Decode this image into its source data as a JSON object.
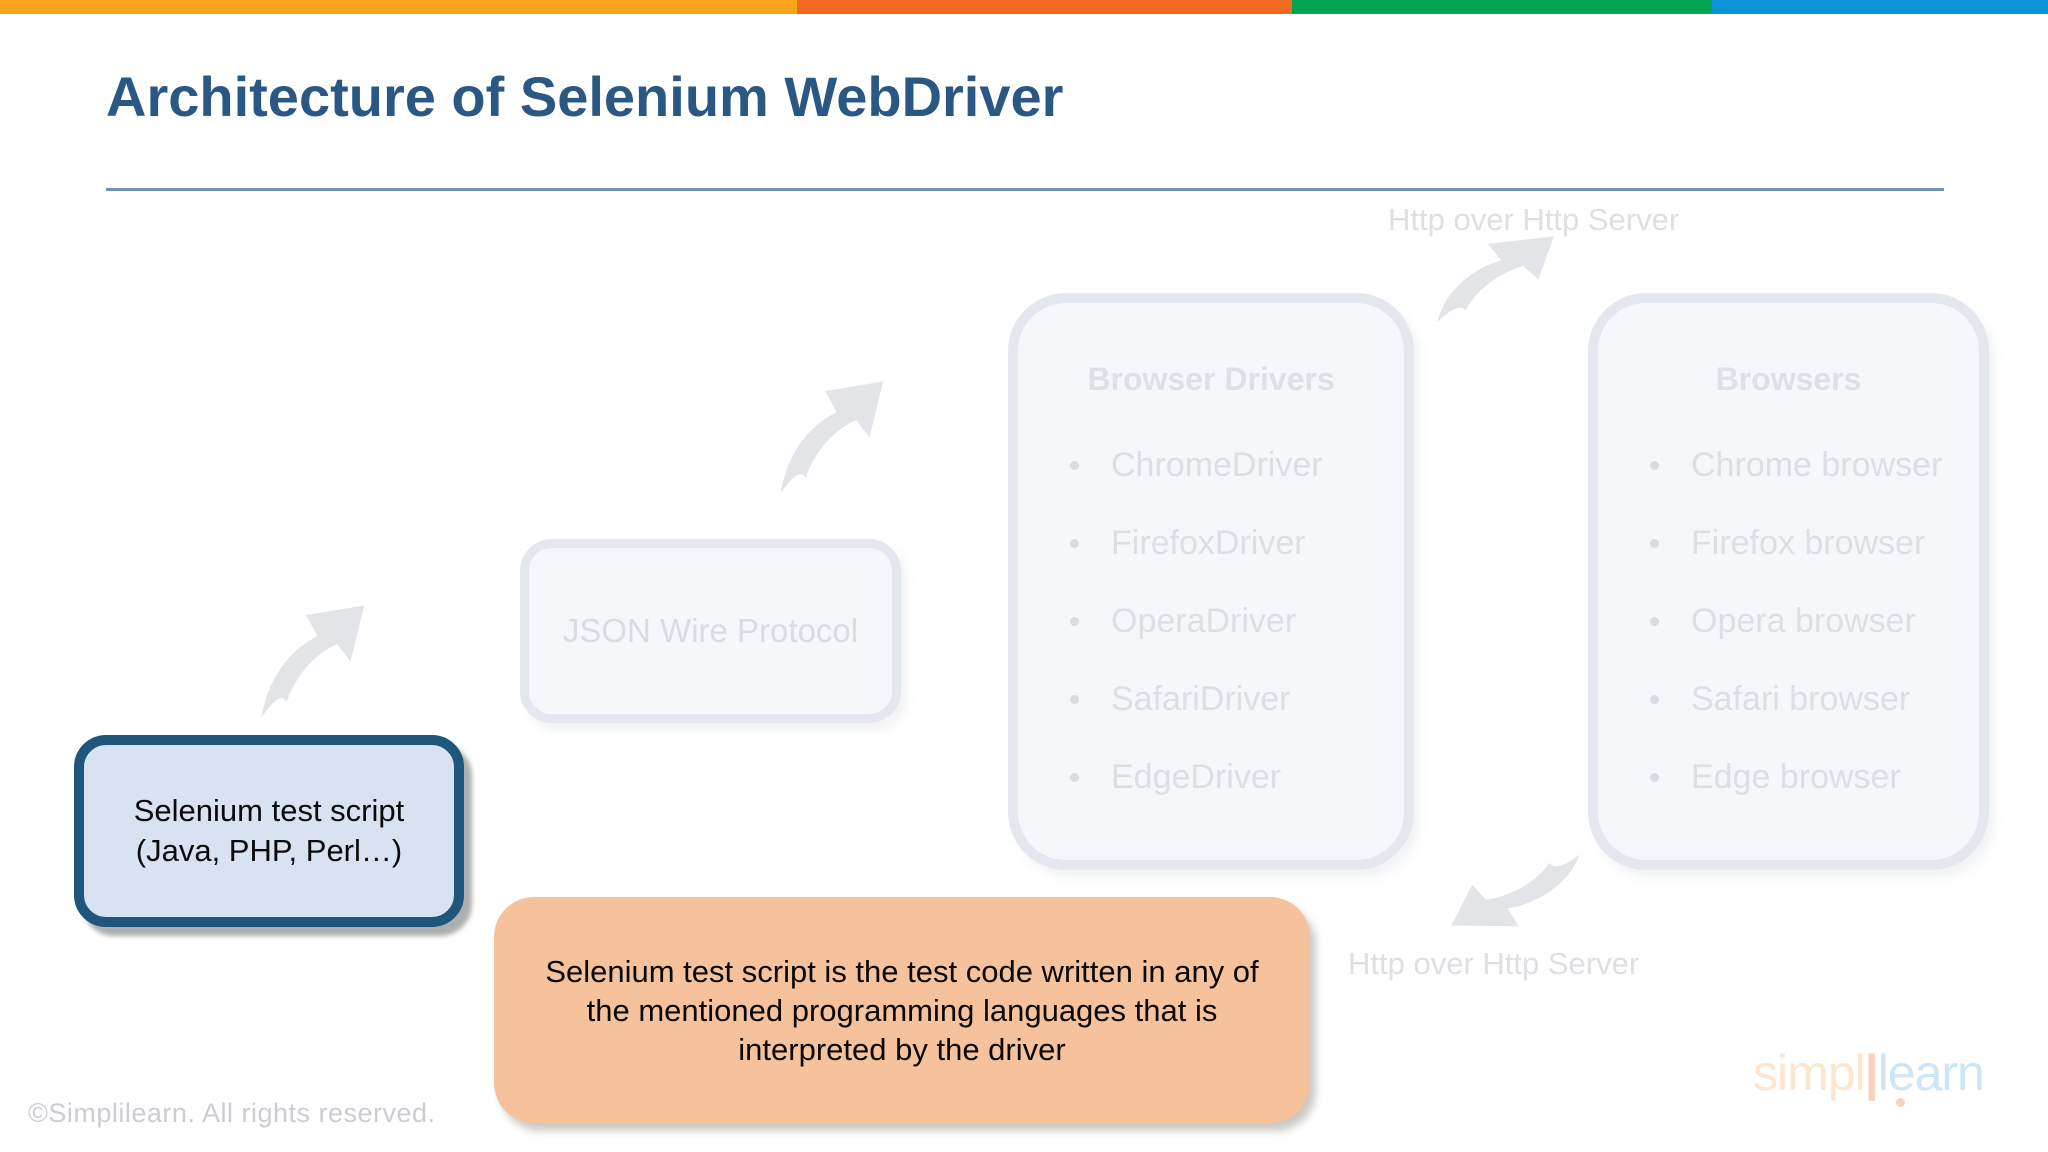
{
  "header": {
    "title": "Architecture of Selenium WebDriver"
  },
  "diagram": {
    "http_label_top": "Http over Http Server",
    "http_label_bottom": "Http over Http Server",
    "selenium_box": {
      "line1": "Selenium test script",
      "line2": "(Java, PHP, Perl…)"
    },
    "json_box": {
      "label": "JSON Wire Protocol"
    },
    "drivers_box": {
      "title": "Browser Drivers",
      "items": [
        "ChromeDriver",
        "FirefoxDriver",
        "OperaDriver",
        "SafariDriver",
        "EdgeDriver"
      ]
    },
    "browsers_box": {
      "title": "Browsers",
      "items": [
        "Chrome browser",
        "Firefox browser",
        "Opera browser",
        "Safari browser",
        "Edge browser"
      ]
    }
  },
  "callout": {
    "text": "Selenium test script is the test code written in any of the mentioned programming languages that is interpreted by the driver"
  },
  "footer": {
    "copyright": "©Simplilearn. All rights reserved.",
    "logo_part1": "simpl",
    "logo_separator": "|",
    "logo_part2": "learn"
  },
  "colors": {
    "top_bar_segments": [
      "#F9A51B",
      "#F26922",
      "#00A553",
      "#0A94D6"
    ],
    "title_text": "#2A5783",
    "title_rule": "#7293BC",
    "selenium_box_fill": "#D9E2F3",
    "selenium_box_border": "#1F567C",
    "callout_fill": "#F6C29C",
    "ghost_box_fill": "#F6F7FA",
    "ghost_box_border": "#E4E7ED",
    "ghost_text": "#DDDFE4",
    "arrow": "#E3E4E7",
    "logo_orange": "#F68B1F",
    "logo_blue": "#3B96D9"
  }
}
